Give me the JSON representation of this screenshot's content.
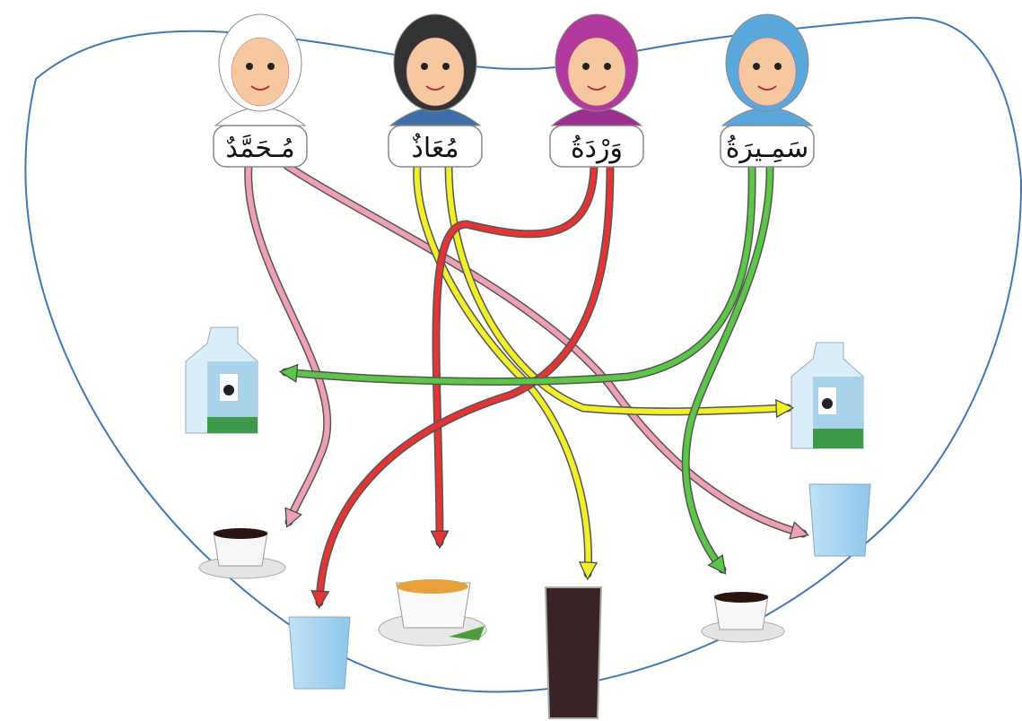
{
  "children": [
    {
      "id": "muhammad",
      "name": "مُـحَمَّدٌ",
      "avatar": "boy-ghutra-avatar"
    },
    {
      "id": "muadh",
      "name": "مُعَاذٌ",
      "avatar": "boy-avatar"
    },
    {
      "id": "warda",
      "name": "وَرْدَةُ",
      "avatar": "girl-purple-hijab-avatar"
    },
    {
      "id": "samira",
      "name": "سَمِـيرَةُ",
      "avatar": "girl-blue-hijab-avatar"
    }
  ],
  "drinks": [
    {
      "id": "milk-left",
      "kind": "milk",
      "icon": "milk-carton-icon"
    },
    {
      "id": "milk-right",
      "kind": "milk",
      "icon": "milk-carton-icon"
    },
    {
      "id": "coffee-left",
      "kind": "coffee",
      "icon": "coffee-cup-icon"
    },
    {
      "id": "water-right",
      "kind": "water",
      "icon": "water-glass-icon"
    },
    {
      "id": "water-bottom",
      "kind": "water",
      "icon": "water-glass-icon"
    },
    {
      "id": "tea",
      "kind": "tea",
      "icon": "tea-cup-icon"
    },
    {
      "id": "juice",
      "kind": "juice",
      "icon": "juice-glass-icon"
    },
    {
      "id": "coffee-right",
      "kind": "coffee",
      "icon": "coffee-cup-icon"
    }
  ],
  "connections": [
    {
      "from": "muhammad",
      "to": "coffee-left",
      "color": "#f0a0b4"
    },
    {
      "from": "muhammad",
      "to": "water-right",
      "color": "#f0a0b4"
    },
    {
      "from": "muadh",
      "to": "juice",
      "color": "#f2ee2a"
    },
    {
      "from": "muadh",
      "to": "milk-right",
      "color": "#f2ee2a"
    },
    {
      "from": "warda",
      "to": "tea",
      "color": "#e53434"
    },
    {
      "from": "warda",
      "to": "water-bottom",
      "color": "#e53434"
    },
    {
      "from": "samira",
      "to": "milk-left",
      "color": "#5cc649"
    },
    {
      "from": "samira",
      "to": "coffee-right",
      "color": "#5cc649"
    }
  ],
  "colors": {
    "outline": "#3f78b5",
    "pink": "#f0a0b4",
    "yellow": "#f2ee2a",
    "red": "#e53434",
    "green": "#5cc649"
  }
}
